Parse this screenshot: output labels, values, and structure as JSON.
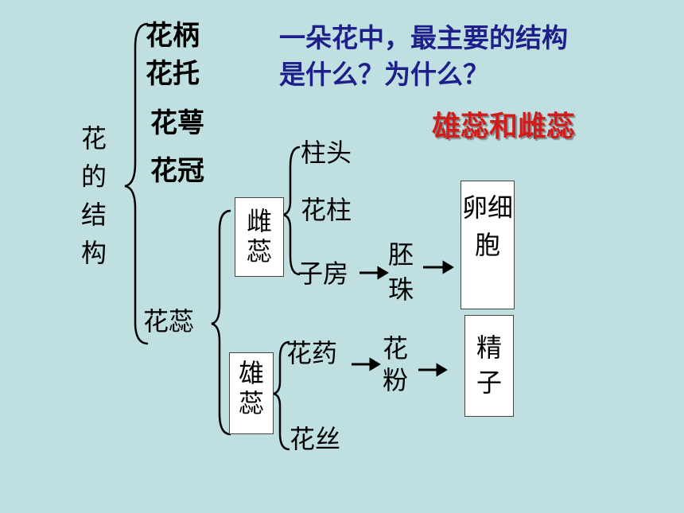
{
  "root": {
    "label": "花的结构"
  },
  "parts": {
    "pedicel": "花柄",
    "receptacle": "花托",
    "sepal": "花萼",
    "petal": "花冠",
    "stamen_pistil": "花蕊"
  },
  "question": {
    "line1": "一朵花中，最主要的结构",
    "line2": "是什么？为什么？"
  },
  "answer": "雄蕊和雌蕊",
  "pistil": {
    "label": "雌蕊",
    "stigma": "柱头",
    "style": "花柱",
    "ovary": "子房",
    "ovule": "胚珠",
    "egg": "卵细胞"
  },
  "stamen": {
    "label": "雄蕊",
    "anther": "花药",
    "filament": "花丝",
    "pollen": "花粉",
    "sperm": "精子"
  }
}
